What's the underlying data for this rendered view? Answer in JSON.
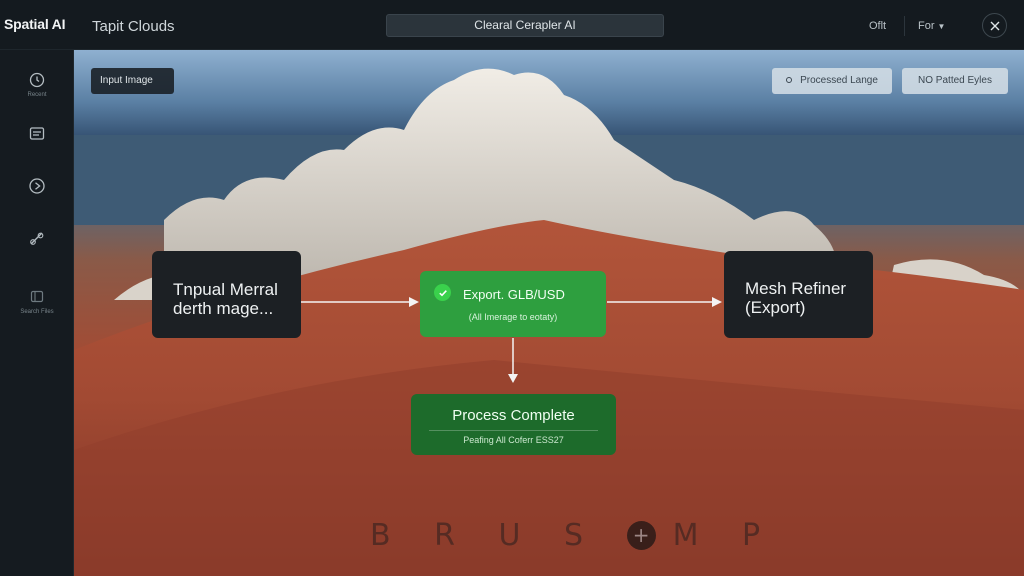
{
  "app": {
    "brand": "Spatial AI",
    "project_title": "Tapit Clouds",
    "center_title": "Clearal Cerapler AI"
  },
  "header": {
    "link_left": "Oflt",
    "dropdown_label": "For",
    "icons": {
      "dropdown": "chevron-down-icon",
      "close": "close-icon"
    }
  },
  "sidebar": {
    "items": [
      {
        "icon": "clock-icon",
        "label": "Recent"
      },
      {
        "icon": "layers-icon",
        "label": ""
      },
      {
        "icon": "play-circle-icon",
        "label": ""
      },
      {
        "icon": "settings-icon",
        "label": ""
      },
      {
        "icon": "box-icon",
        "label": "Search Files"
      }
    ]
  },
  "canvas": {
    "input_badge": "Input Image",
    "processed_badge": "Processed Lange",
    "no_patted_badge": "NO Patted Eyles"
  },
  "pipeline": {
    "input_node": {
      "line1": "Tnpual Merral",
      "line2": "derth mage..."
    },
    "export_node": {
      "title": "Export. GLB/USD",
      "subtitle": "(All Imerage to eotaty)"
    },
    "mesh_node": {
      "line1": "Mesh Refiner",
      "line2": "(Export)"
    },
    "complete_node": {
      "title": "Process Complete",
      "subtitle": "Peafing All Coferr ESS27"
    }
  },
  "watermark": {
    "left": "B R U S",
    "right": "M P"
  },
  "colors": {
    "export_green": "#2e9f3f",
    "complete_green": "#1d6b2b",
    "check_green": "#3ad14c",
    "node_dark": "#1c2024"
  }
}
